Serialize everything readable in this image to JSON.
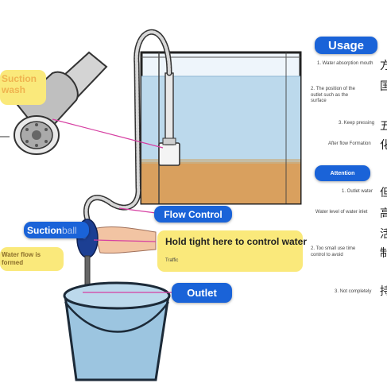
{
  "labels": {
    "usage": "Usage",
    "suction_wash": "Suction\nwash",
    "flow_control": "Flow Control",
    "suction_ball_a": "Suction",
    "suction_ball_b": " ball",
    "water_flow_formed": "Water flow is\nformed",
    "hold_tight": "Hold tight here to control water",
    "traffic": "Traffic",
    "outlet": "Outlet",
    "attention": "Attention"
  },
  "usage_steps": [
    "1. Water absorption mouth",
    "2. The position of the\noutlet such as the\nsurface",
    "3. Keep pressing",
    "After flow Formation"
  ],
  "attention_steps": [
    "1. Outlet water",
    "Water level of water inlet",
    "2. Too small use time\ncontrol to avoid",
    "3. Not completely"
  ],
  "cjk_chars": [
    "方",
    "国",
    "五",
    "化",
    "但",
    "高",
    "活",
    "制",
    "持"
  ],
  "colors": {
    "pill_blue": "#1a63d8",
    "note_yellow": "#fae97b",
    "leader_pink": "#d63fa2",
    "water_blue": "#bcd9ec",
    "gravel": "#d9a05e"
  }
}
